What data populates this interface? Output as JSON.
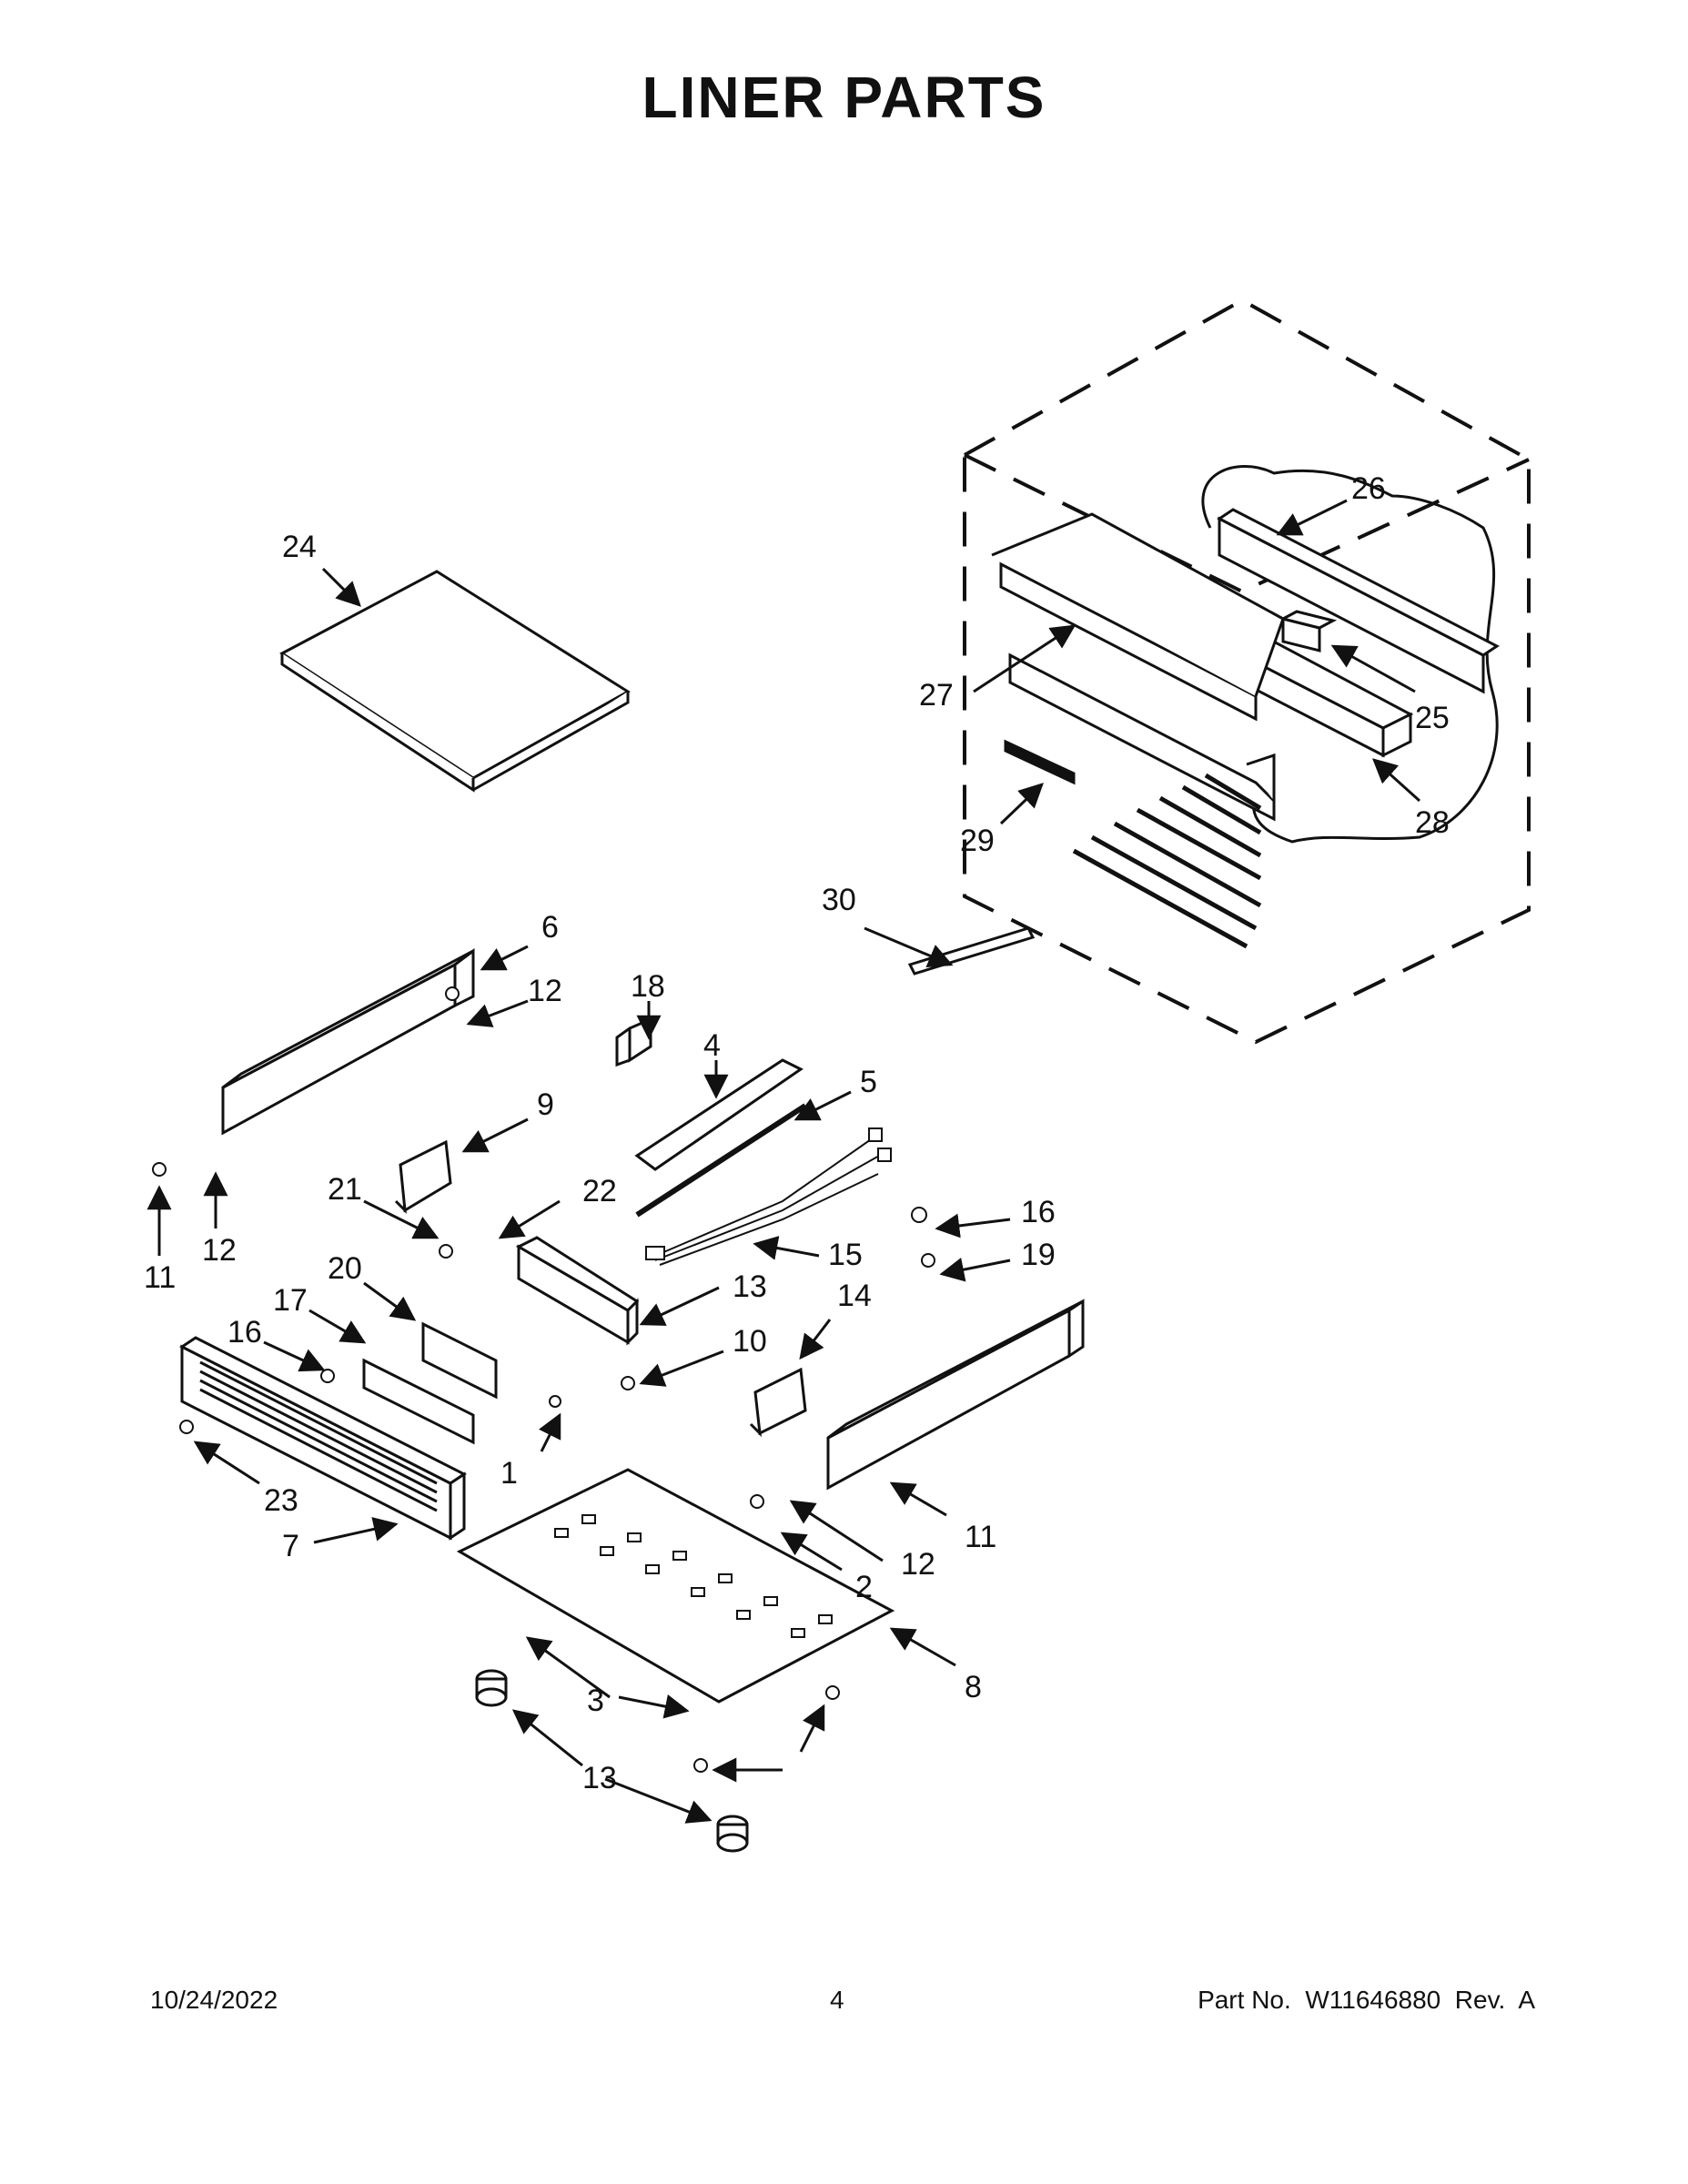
{
  "title": "LINER PARTS",
  "callouts": [
    "24",
    "26",
    "25",
    "27",
    "28",
    "29",
    "30",
    "6",
    "12",
    "18",
    "4",
    "5",
    "9",
    "11",
    "12",
    "21",
    "22",
    "15",
    "16",
    "19",
    "20",
    "17",
    "13",
    "16",
    "10",
    "14",
    "23",
    "1",
    "7",
    "11",
    "12",
    "2",
    "8",
    "3",
    "13"
  ],
  "footer": {
    "date": "10/24/2022",
    "page": "4",
    "part_no": "Part No.  W11646880  Rev.  A"
  }
}
